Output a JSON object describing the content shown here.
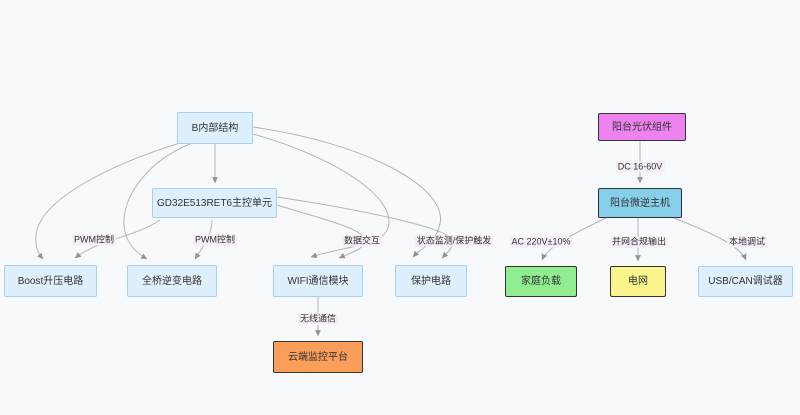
{
  "colors": {
    "canvas_bg": "#f8f9fb",
    "node_default_fill": "#def0fd",
    "node_default_border": "#a7d0ee",
    "styled_border": "#333333",
    "edge_line": "#b4b4bc",
    "arrow": "#949494",
    "edge_label_bg": "#f4eef9",
    "text": "#333333"
  },
  "left": {
    "nodes": {
      "internal": {
        "label": "B内部结构",
        "fill": "#def0fd",
        "border": "#a7d0ee"
      },
      "mcu": {
        "label": "GD32E513RET6主控单元",
        "fill": "#def0fd",
        "border": "#a7d0ee"
      },
      "boost": {
        "label": "Boost升压电路",
        "fill": "#def0fd",
        "border": "#a7d0ee"
      },
      "bridge": {
        "label": "全桥逆变电路",
        "fill": "#def0fd",
        "border": "#a7d0ee"
      },
      "wifi": {
        "label": "WIFI通信模块",
        "fill": "#def0fd",
        "border": "#a7d0ee"
      },
      "protection": {
        "label": "保护电路",
        "fill": "#def0fd",
        "border": "#a7d0ee"
      },
      "cloud": {
        "label": "云端监控平台",
        "fill": "#fa9e5a",
        "border": "#333333"
      }
    },
    "edges": [
      {
        "from": "internal",
        "to": "mcu",
        "label": ""
      },
      {
        "from": "internal",
        "to": "boost",
        "label": ""
      },
      {
        "from": "internal",
        "to": "bridge",
        "label": ""
      },
      {
        "from": "internal",
        "to": "wifi",
        "label": ""
      },
      {
        "from": "internal",
        "to": "protection",
        "label": ""
      },
      {
        "from": "mcu",
        "to": "boost",
        "label": "PWM控制"
      },
      {
        "from": "mcu",
        "to": "bridge",
        "label": "PWM控制"
      },
      {
        "from": "mcu",
        "to": "wifi",
        "label": "数据交互"
      },
      {
        "from": "mcu",
        "to": "protection",
        "label": "状态监测/保护触发"
      },
      {
        "from": "wifi",
        "to": "cloud",
        "label": "无线通信"
      }
    ]
  },
  "right": {
    "nodes": {
      "pv": {
        "label": "阳台光伏组件",
        "fill": "#ee82ee",
        "border": "#333333"
      },
      "inverter": {
        "label": "阳台微逆主机",
        "fill": "#87ceeb",
        "border": "#333333"
      },
      "home_load": {
        "label": "家庭负载",
        "fill": "#90ee90",
        "border": "#333333"
      },
      "grid": {
        "label": "电网",
        "fill": "#f9f48b",
        "border": "#333333"
      },
      "debugger": {
        "label": "USB/CAN调试器",
        "fill": "#def0fd",
        "border": "#a7d0ee"
      }
    },
    "edges": [
      {
        "from": "pv",
        "to": "inverter",
        "label": "DC 16-60V"
      },
      {
        "from": "inverter",
        "to": "home_load",
        "label": "AC 220V±10%"
      },
      {
        "from": "inverter",
        "to": "grid",
        "label": "并网合规输出"
      },
      {
        "from": "inverter",
        "to": "debugger",
        "label": "本地调试"
      }
    ]
  }
}
